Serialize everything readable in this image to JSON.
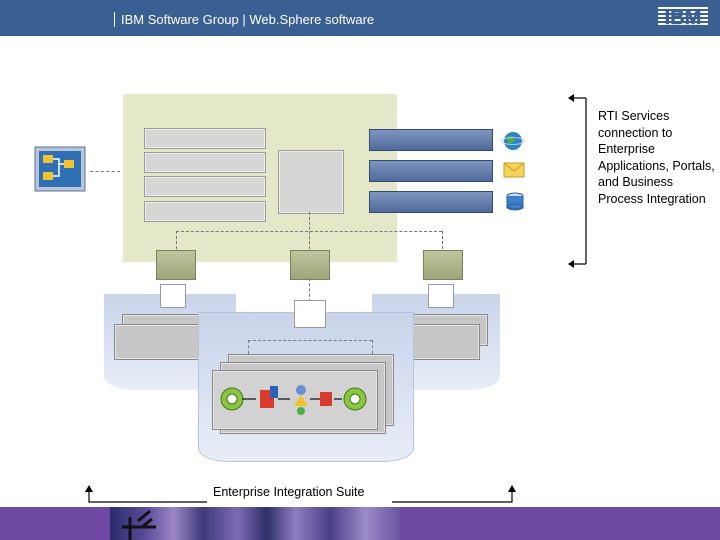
{
  "header": {
    "title": "IBM Software Group | Web.Sphere software",
    "logo_text": "IBM"
  },
  "annotation": {
    "text": "RTI Services connection to Enterprise Applications, Portals, and Business Process Integration"
  },
  "suite_label": "Enterprise Integration Suite",
  "icons": {
    "globe": "globe-icon",
    "mail": "envelope-icon",
    "database": "database-icon",
    "process": "process-flow-icon"
  },
  "colors": {
    "header_bg": "#3a5f93",
    "footer_bg": "#6f4aa4",
    "panel_green": "#e4e8c8",
    "panel_blue": "#c9d4ea"
  }
}
